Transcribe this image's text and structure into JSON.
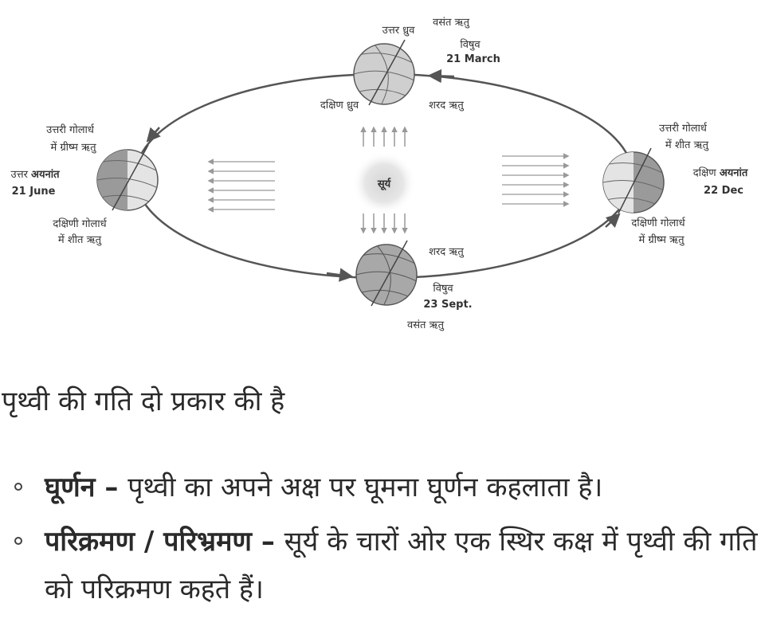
{
  "diagram": {
    "sun_label": "सूर्य",
    "top": {
      "north_pole": "उत्तर ध्रुव",
      "season_top": "वसंत ऋतु",
      "equinox": "विषुव",
      "date": "21 March",
      "south_pole": "दक्षिण ध्रुव",
      "season_bottom": "शरद ऋतु"
    },
    "left": {
      "north_hemi_line1": "उत्तरी गोलार्ध",
      "north_hemi_line2": "में ग्रीष्म ऋतु",
      "solstice_prefix": "उत्तर ",
      "solstice_word": "अयनांत",
      "date": "21 June",
      "south_hemi_line1": "दक्षिणी गोलार्ध",
      "south_hemi_line2": "में शीत ऋतु"
    },
    "right": {
      "north_hemi_line1": "उत्तरी गोलार्ध",
      "north_hemi_line2": "में शीत ऋतु",
      "solstice_prefix": "दक्षिण ",
      "solstice_word": "अयनांत",
      "date": "22 Dec",
      "south_hemi_line1": "दक्षिणी गोलार्ध",
      "south_hemi_line2": "में ग्रीष्म ऋतु"
    },
    "bottom": {
      "season_right": "शरद ऋतु",
      "equinox": "विषुव",
      "date": "23 Sept.",
      "season_bottom": "वसंत ऋतु"
    }
  },
  "intro": "पृथ्वी की गति दो प्रकार की है",
  "points": [
    {
      "term": "घूर्णन",
      "dash": " – ",
      "text": "पृथ्वी का अपने अक्ष पर घूमना घूर्णन कहलाता है।"
    },
    {
      "term": "परिक्रमण / परिभ्रमण",
      "dash": " – ",
      "text": "सूर्य के चारों ओर एक स्थिर कक्ष में पृथ्वी की गति को परिक्रमण कहते हैं।"
    }
  ]
}
